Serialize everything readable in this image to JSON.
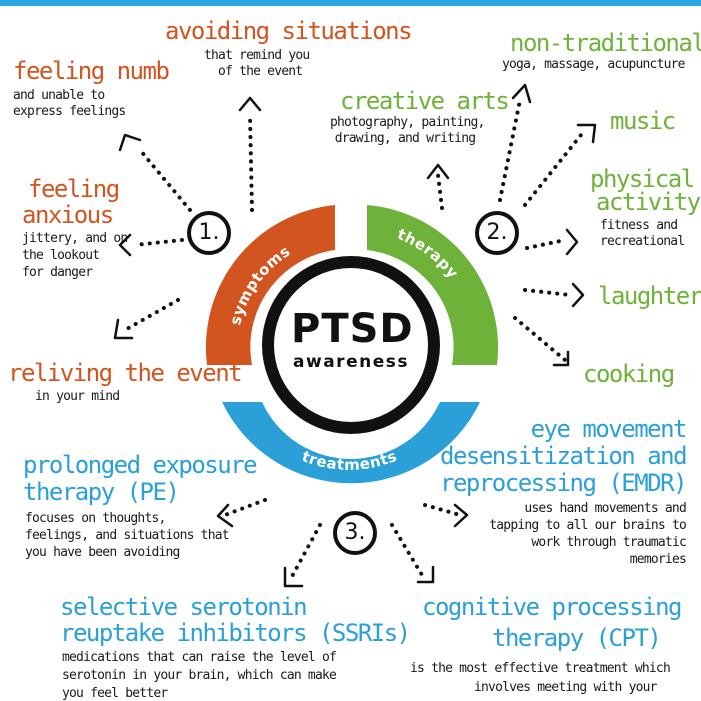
{
  "center": {
    "title": "PTSD",
    "subtitle": "awareness"
  },
  "arcs": {
    "symptoms": "symptoms",
    "therapy": "therapy",
    "treatments": "treatments"
  },
  "numbers": {
    "one": "1.",
    "two": "2.",
    "three": "3."
  },
  "colors": {
    "symptoms": "#d2541f",
    "therapy": "#6fb23a",
    "treatments": "#2a9fd8",
    "top_bar": "#29a8e0"
  },
  "symptoms": [
    {
      "title": "feeling numb",
      "desc": [
        "and unable to",
        "express feelings"
      ]
    },
    {
      "title": "avoiding situations",
      "desc": [
        "that remind you",
        "of the event"
      ]
    },
    {
      "title": [
        "feeling",
        "anxious"
      ],
      "desc": [
        "jittery, and on",
        "the lookout",
        "for danger"
      ]
    },
    {
      "title": "reliving the event",
      "desc": [
        "in your mind"
      ]
    }
  ],
  "therapy": [
    {
      "title": "non-traditional",
      "desc": [
        "yoga, massage, acupuncture"
      ]
    },
    {
      "title": "creative arts",
      "desc": [
        "photography, painting,",
        "drawing, and writing"
      ]
    },
    {
      "title": "music"
    },
    {
      "title": [
        "physical",
        "activity"
      ],
      "desc": [
        "fitness and",
        "recreational"
      ]
    },
    {
      "title": "laughter"
    },
    {
      "title": "cooking"
    }
  ],
  "treatments": [
    {
      "title": [
        "prolonged exposure",
        "therapy (PE)"
      ],
      "desc": [
        "focuses on thoughts,",
        "feelings, and situations that",
        "you have been avoiding"
      ]
    },
    {
      "title": [
        "eye movement",
        "desensitization and",
        "reprocessing (EMDR)"
      ],
      "desc": [
        "uses hand movements and",
        "tapping to  all our brains to",
        "work through traumatic",
        "memories"
      ]
    },
    {
      "title": [
        "selective serotonin",
        "reuptake inhibitors (SSRIs)"
      ],
      "desc": [
        "medications that can raise the level of",
        "serotonin in your brain, which can make",
        "you feel better"
      ]
    },
    {
      "title": [
        "cognitive processing",
        "therapy (CPT)"
      ],
      "desc": [
        "is the most effective treatment which",
        "involves meeting with your"
      ]
    }
  ]
}
